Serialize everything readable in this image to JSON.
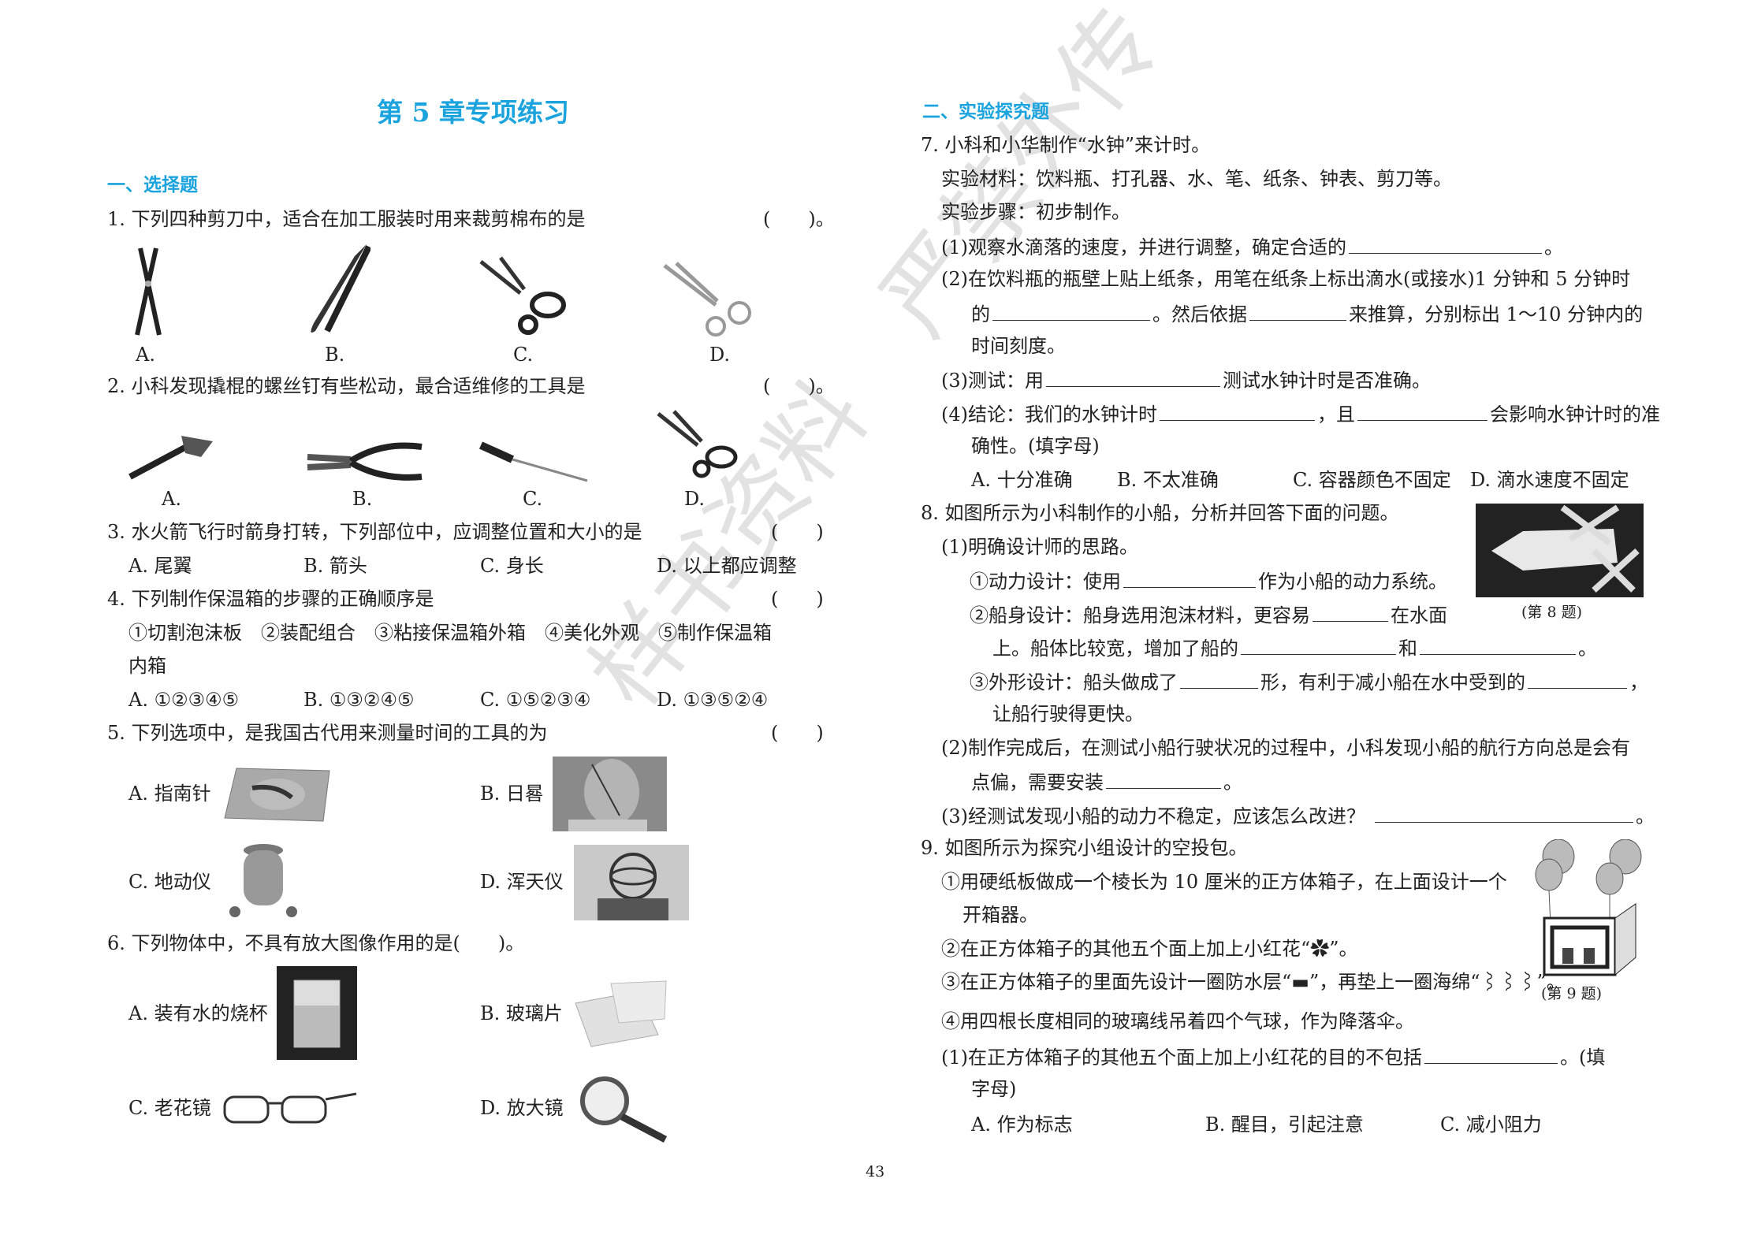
{
  "title": "第 5 章专项练习",
  "section1": "一、选择题",
  "section2": "二、实验探究题",
  "page_number": "43",
  "watermark": "样书资料 严禁外传",
  "colors": {
    "accent": "#1aa3dd",
    "text": "#222222"
  },
  "q1": {
    "stem": "1. 下列四种剪刀中，适合在加工服装时用来裁剪棉布的是",
    "paren": "(　　)。",
    "options": [
      "A.",
      "B.",
      "C.",
      "D."
    ]
  },
  "q2": {
    "stem": "2. 小科发现撬棍的螺丝钉有些松动，最合适维修的工具是",
    "paren": "(　　)。",
    "options": [
      "A.",
      "B.",
      "C.",
      "D."
    ]
  },
  "q3": {
    "stem": "3. 水火箭飞行时箭身打转，下列部位中，应调整位置和大小的是",
    "paren": "(　　)",
    "options": [
      "A. 尾翼",
      "B. 箭头",
      "C. 身长",
      "D. 以上都应调整"
    ]
  },
  "q4": {
    "stem": "4. 下列制作保温箱的步骤的正确顺序是",
    "paren": "(　　)",
    "steps": "①切割泡沫板　②装配组合　③粘接保温箱外箱　④美化外观　⑤制作保温箱",
    "steps_cont": "内箱",
    "options": [
      "A. ①②③④⑤",
      "B. ①③②④⑤",
      "C. ①⑤②③④",
      "D. ①③⑤②④"
    ]
  },
  "q5": {
    "stem": "5. 下列选项中，是我国古代用来测量时间的工具的为",
    "paren": "(　　)",
    "options": [
      "A. 指南针",
      "B. 日晷",
      "C. 地动仪",
      "D. 浑天仪"
    ]
  },
  "q6": {
    "stem": "6. 下列物体中，不具有放大图像作用的是(　　)。",
    "options": [
      "A. 装有水的烧杯",
      "B. 玻璃片",
      "C. 老花镜",
      "D. 放大镜"
    ]
  },
  "q7": {
    "stem": "7. 小科和小华制作“水钟”来计时。",
    "materials": "实验材料：饮料瓶、打孔器、水、笔、纸条、钟表、剪刀等。",
    "steps": "实验步骤：初步制作。",
    "p1": [
      "(1)观察水滴落的速度，并进行调整，确定合适的",
      "。"
    ],
    "p2a": "(2)在饮料瓶的瓶壁上贴上纸条，用笔在纸条上标出滴水(或接水)1 分钟和 5 分钟时",
    "p2b": [
      "的",
      "。然后依据",
      "来推算，分别标出 1～10 分钟内的"
    ],
    "p2c": "时间刻度。",
    "p3": [
      "(3)测试：用",
      "测试水钟计时是否准确。"
    ],
    "p4a": [
      "(4)结论：我们的水钟计时",
      "，且",
      "会影响水钟计时的准"
    ],
    "p4b": "确性。(填字母)",
    "options": [
      "A. 十分准确",
      "B. 不太准确",
      "C. 容器颜色不固定",
      "D. 滴水速度不固定"
    ]
  },
  "q8": {
    "stem": "8. 如图所示为小科制作的小船，分析并回答下面的问题。",
    "p1": "(1)明确设计师的思路。",
    "s1": [
      "①动力设计：使用",
      "作为小船的动力系统。"
    ],
    "s2": [
      "②船身设计：船身选用泡沫材料，更容易",
      "在水面"
    ],
    "s2b": [
      "上。船体比较宽，增加了船的",
      "和",
      "。"
    ],
    "s3": [
      "③外形设计：船头做成了",
      "形，有利于减小船在水中受到的",
      "，"
    ],
    "s3b": "让船行驶得更快。",
    "p2a": "(2)制作完成后，在测试小船行驶状况的过程中，小科发现小船的航行方向总是会有",
    "p2b": [
      "点偏，需要安装",
      "。"
    ],
    "p3": [
      "(3)经测试发现小船的动力不稳定，应该怎么改进？",
      "。"
    ],
    "caption": "(第 8 题)"
  },
  "q9": {
    "stem": "9. 如图所示为探究小组设计的空投包。",
    "s1": "①用硬纸板做成一个棱长为 10 厘米的正方体箱子，在上面设计一个",
    "s1b": "开箱器。",
    "s2": "②在正方体箱子的其他五个面上加上小红花“✿”。",
    "s3": "③在正方体箱子的里面先设计一圈防水层“▬”，再垫上一圈海绵“⌇⌇⌇”。",
    "s4": "④用四根长度相同的玻璃线吊着四个气球，作为降落伞。",
    "p1": [
      "(1)在正方体箱子的其他五个面上加上小红花的目的不包括",
      "。(填"
    ],
    "p1b": "字母)",
    "options": [
      "A. 作为标志",
      "B. 醒目，引起注意",
      "C. 减小阻力"
    ],
    "caption": "(第 9 题)"
  }
}
